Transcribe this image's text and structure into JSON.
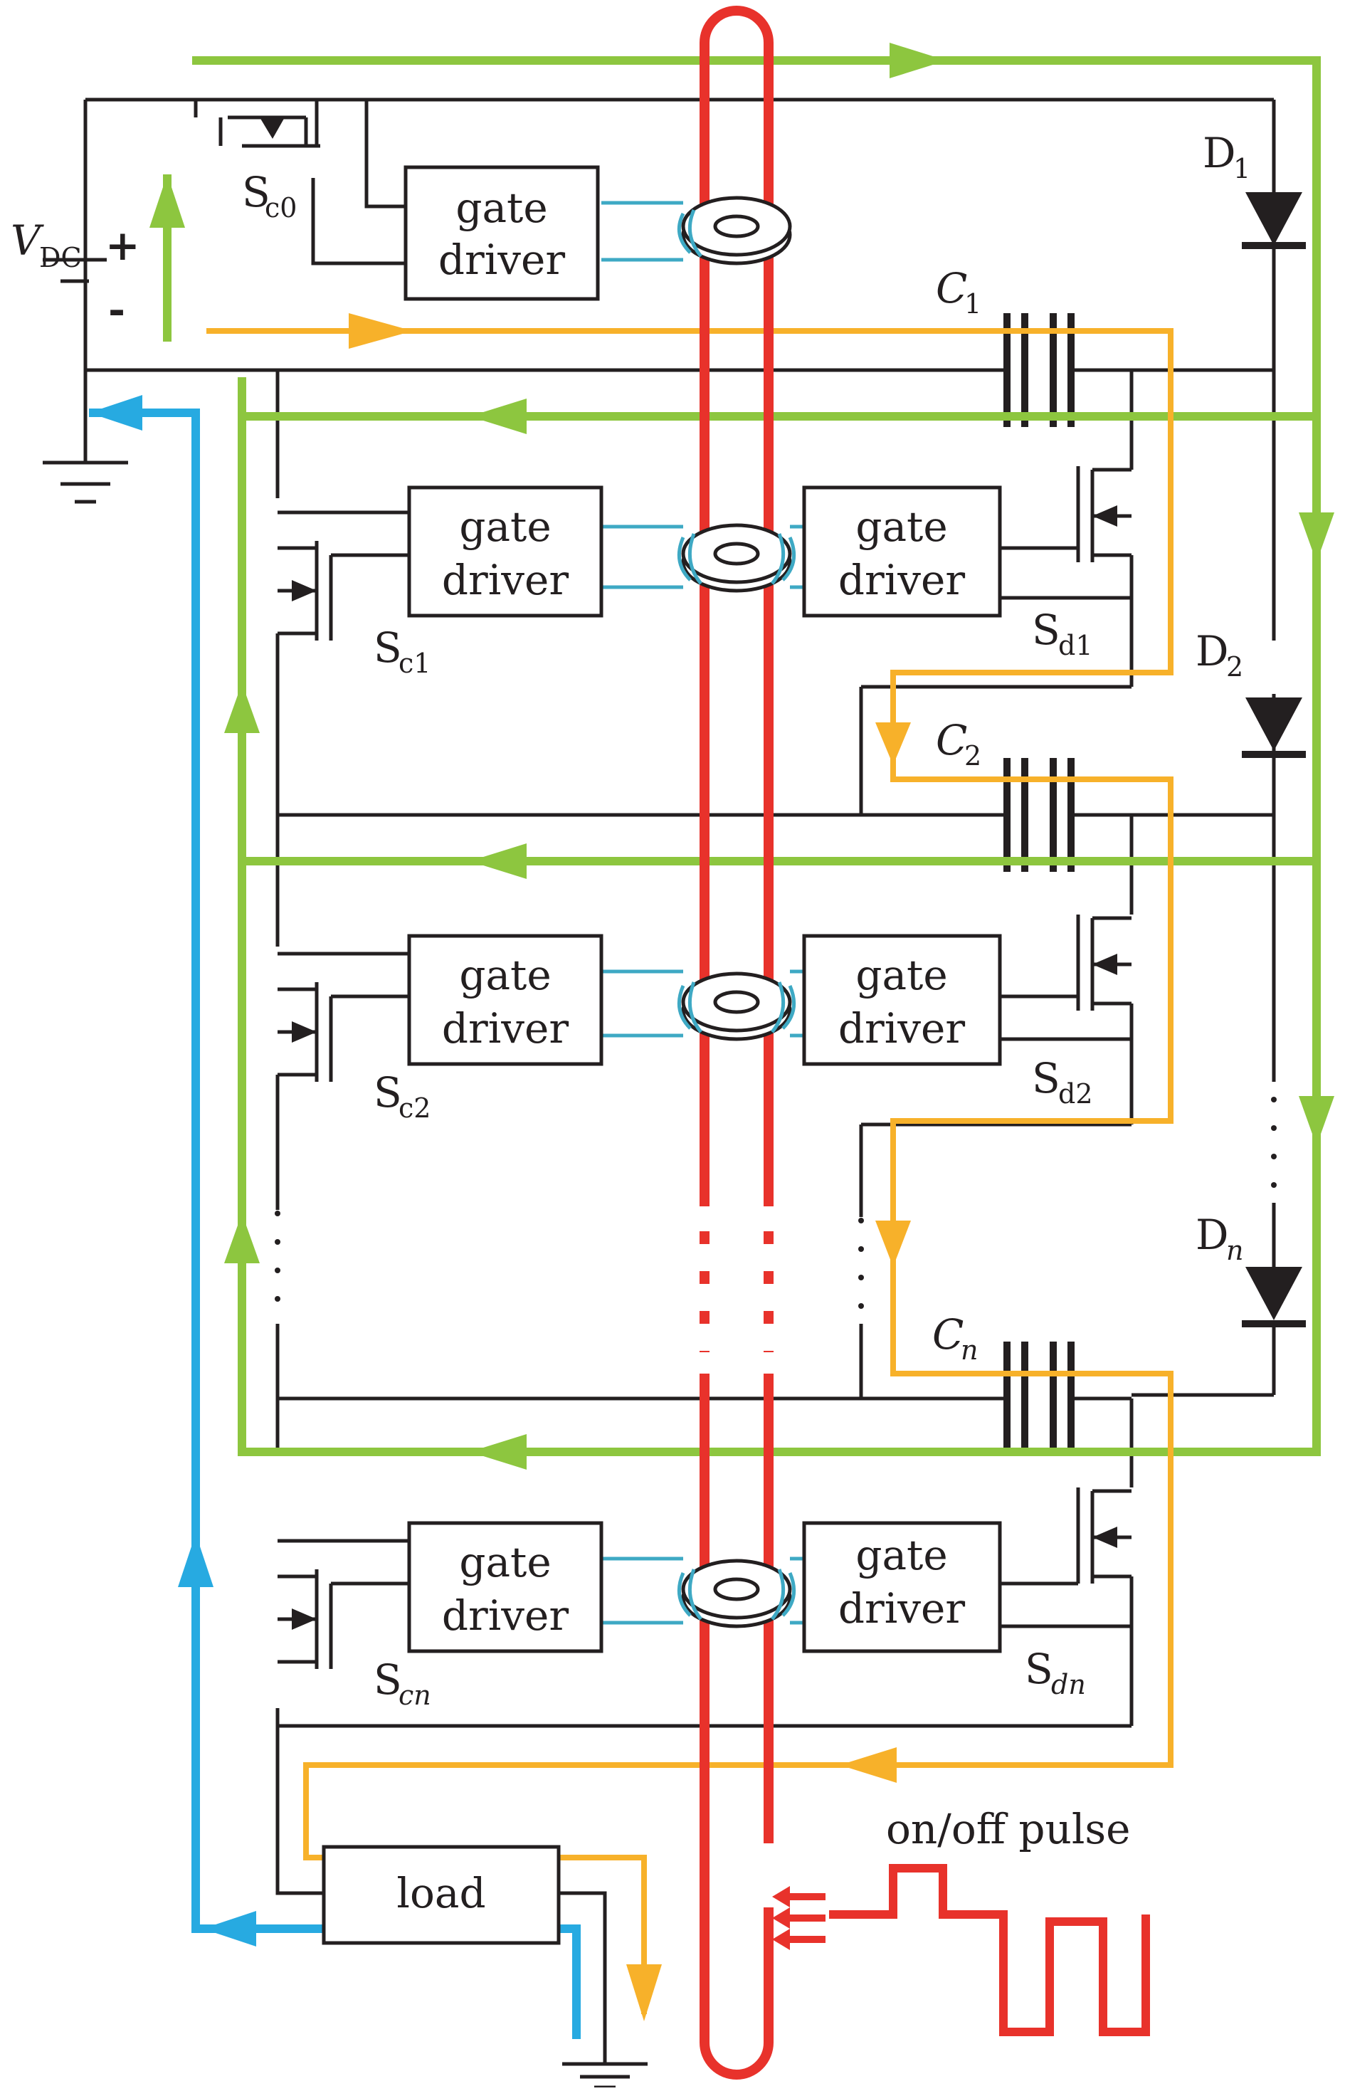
{
  "colors": {
    "wire": "#231f20",
    "green_path": "#8dc63f",
    "orange_path": "#f7b12a",
    "blue_path": "#27aae1",
    "red_loop": "#e8322b",
    "transformer_winding": "#3ea9c4"
  },
  "labels": {
    "vdc_main": "V",
    "vdc_sub": "DC",
    "plus": "+",
    "minus": "-",
    "gate_line1": "gate",
    "gate_line2": "driver",
    "load": "load",
    "pulse": "on/off pulse",
    "sc0": "S",
    "sc0_sub": "c0",
    "sc1": "S",
    "sc1_sub": "c1",
    "sc2": "S",
    "sc2_sub": "c2",
    "scn": "S",
    "scn_sub": "cn",
    "sd1": "S",
    "sd1_sub": "d1",
    "sd2": "S",
    "sd2_sub": "d2",
    "sdn": "S",
    "sdn_sub": "dn",
    "d1": "D",
    "d1_sub": "1",
    "d2": "D",
    "d2_sub": "2",
    "dn": "D",
    "dn_sub": "n",
    "c1": "C",
    "c1_sub": "1",
    "c2": "C",
    "c2_sub": "2",
    "cn": "C",
    "cn_sub": "n"
  }
}
